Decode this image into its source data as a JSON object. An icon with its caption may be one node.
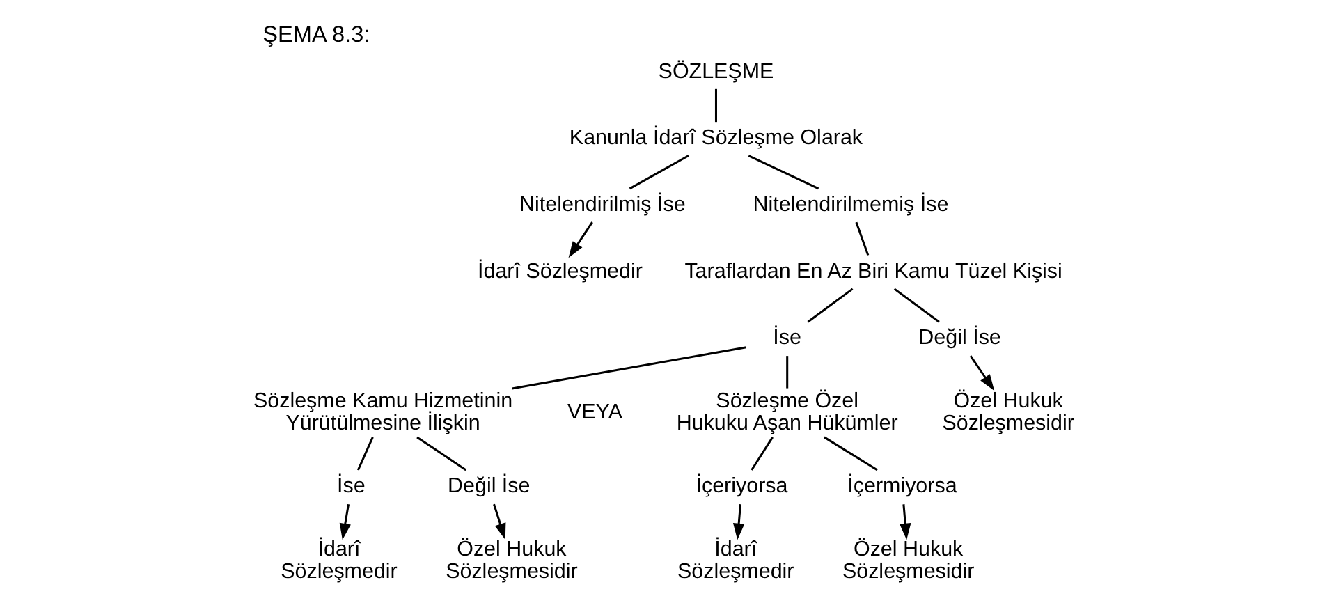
{
  "diagram": {
    "title": "ŞEMA 8.3:",
    "nodes": [
      {
        "text": [
          "SÖZLEŞME"
        ]
      },
      {
        "text": [
          "Kanunla İdarî Sözleşme Olarak"
        ]
      },
      {
        "text": [
          "Nitelendirilmiş İse"
        ]
      },
      {
        "text": [
          "İdarî Sözleşmedir"
        ]
      },
      {
        "text": [
          "Nitelendirilmemiş İse"
        ]
      },
      {
        "text": [
          "Taraflardan En Az Biri Kamu Tüzel Kişisi"
        ]
      },
      {
        "text": [
          "İse"
        ]
      },
      {
        "text": [
          "Değil İse"
        ]
      },
      {
        "text": [
          "Özel Hukuk Sözleşmesidir"
        ]
      },
      {
        "text": [
          "Sözleşme Kamu Hizmetinin Yürütülmesine İlişkin"
        ]
      },
      {
        "text": [
          "Sözleşme Özel Hukuku Aşan Hükümler"
        ]
      },
      {
        "text": [
          "İse"
        ]
      },
      {
        "text": [
          "Değil İse"
        ]
      },
      {
        "text": [
          "İdarî Sözleşmedir"
        ]
      },
      {
        "text": [
          "Özel Hukuk Sözleşmesidir"
        ]
      },
      {
        "text": [
          "İçeriyorsa"
        ]
      },
      {
        "text": [
          "İçermiyorsa"
        ]
      },
      {
        "text": [
          "İdarî Sözleşmedir"
        ]
      },
      {
        "text": [
          "Özel Hukuk Sözleşmesidir"
        ]
      }
    ],
    "edges": [
      {
        "from": 0,
        "to": 1,
        "arrow": "none"
      },
      {
        "from": 1,
        "to": 2,
        "arrow": "none"
      },
      {
        "from": 1,
        "to": 4,
        "arrow": "none"
      },
      {
        "from": 2,
        "to": 3,
        "arrow": "to"
      },
      {
        "from": 4,
        "to": 5,
        "arrow": "none"
      },
      {
        "from": 5,
        "to": 6,
        "arrow": "none"
      },
      {
        "from": 5,
        "to": 7,
        "arrow": "none"
      },
      {
        "from": 7,
        "to": 8,
        "arrow": "to"
      },
      {
        "from": 6,
        "to": 9,
        "arrow": "none"
      },
      {
        "from": 6,
        "to": 10,
        "arrow": "none"
      },
      {
        "from": 9,
        "to": 11,
        "arrow": "none"
      },
      {
        "from": 9,
        "to": 12,
        "arrow": "none"
      },
      {
        "from": 11,
        "to": 13,
        "arrow": "to"
      },
      {
        "from": 12,
        "to": 14,
        "arrow": "to"
      },
      {
        "from": 10,
        "to": 15,
        "arrow": "none"
      },
      {
        "from": 10,
        "to": 16,
        "arrow": "none"
      },
      {
        "from": 15,
        "to": 17,
        "arrow": "to"
      },
      {
        "from": 16,
        "to": 18,
        "arrow": "to"
      }
    ],
    "labels": [
      "VEYA"
    ]
  }
}
